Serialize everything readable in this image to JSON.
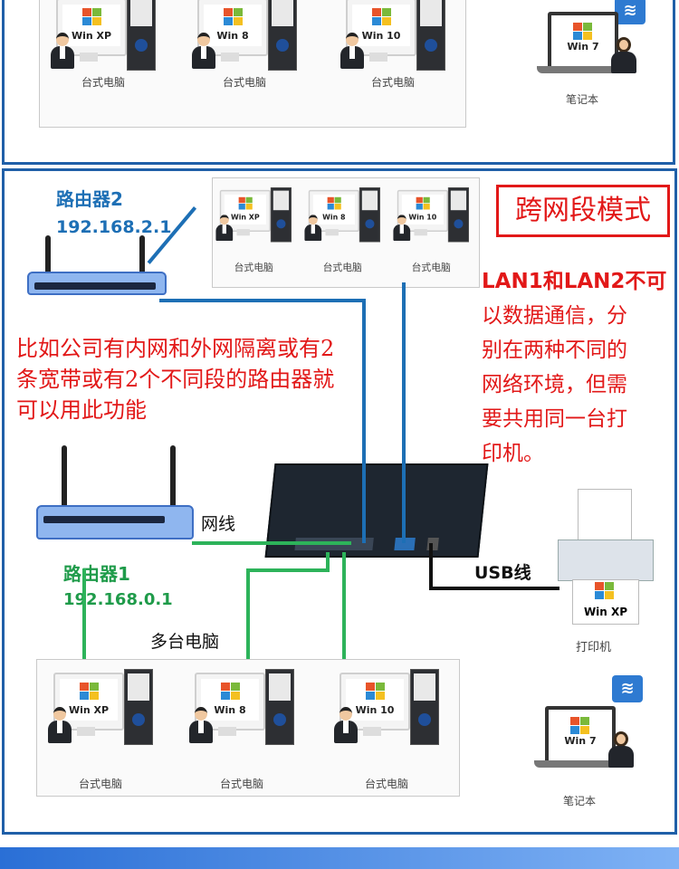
{
  "colors": {
    "panel_border": "#1f5fa8",
    "lan_blue": "#1d6fb5",
    "lan_green": "#2db35a",
    "text_red": "#e21818",
    "label_blue": "#1d6fb5",
    "label_green": "#1f9b4a"
  },
  "top_panel": {
    "pcs": [
      {
        "os": "Win XP",
        "label": "台式电脑"
      },
      {
        "os": "Win 8",
        "label": "台式电脑"
      },
      {
        "os": "Win 10",
        "label": "台式电脑"
      }
    ],
    "laptop": {
      "os": "Win 7",
      "label": "笔记本"
    }
  },
  "main_panel": {
    "title": "跨网段模式",
    "router2": {
      "name": "路由器2",
      "ip": "192.168.2.1"
    },
    "router1": {
      "name": "路由器1",
      "ip": "192.168.0.1"
    },
    "upper_pcs": [
      {
        "os": "Win XP",
        "label": "台式电脑"
      },
      {
        "os": "Win 8",
        "label": "台式电脑"
      },
      {
        "os": "Win 10",
        "label": "台式电脑"
      }
    ],
    "description_left": [
      "比如公司有内网和外网隔离或有2",
      "条宽带或有2个不同段的路由器就",
      "可以用此功能"
    ],
    "description_right": [
      "LAN1和LAN2不可",
      "以数据通信，分",
      "别在两种不同的",
      "网络环境，但需",
      "要共用同一台打",
      "印机。"
    ],
    "cable_label": "网线",
    "usb_label": "USB线",
    "multi_pc_label": "多台电脑",
    "printer": {
      "os": "Win XP",
      "label": "打印机"
    },
    "lower_pcs": [
      {
        "os": "Win XP",
        "label": "台式电脑"
      },
      {
        "os": "Win 8",
        "label": "台式电脑"
      },
      {
        "os": "Win 10",
        "label": "台式电脑"
      }
    ],
    "laptop": {
      "os": "Win 7",
      "label": "笔记本"
    }
  }
}
